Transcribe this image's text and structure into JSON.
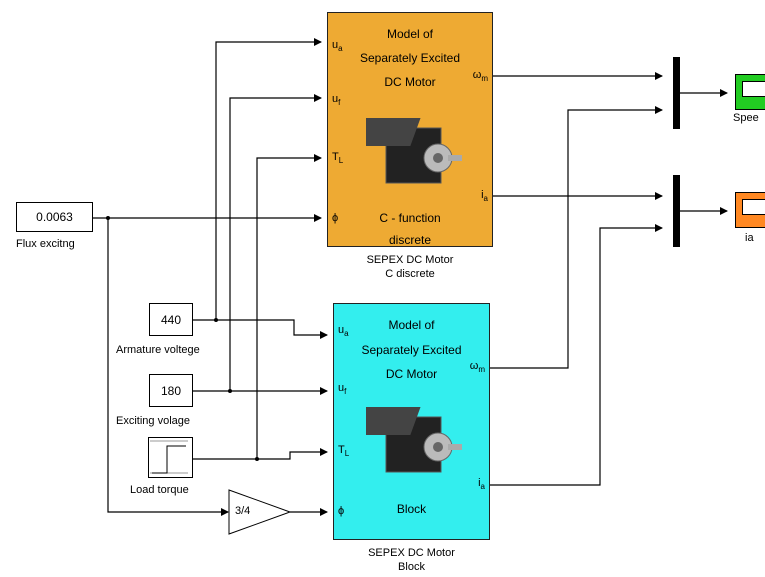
{
  "constants": {
    "flux_value": "0.0063",
    "flux_label": "Flux excitng",
    "armature_value": "440",
    "armature_label": "Armature voltege",
    "exciting_value": "180",
    "exciting_label": "Exciting volage",
    "load_label": "Load torque"
  },
  "gain": {
    "value": "3/4"
  },
  "motor_top": {
    "title1": "Model of",
    "title2": "Separately Excited",
    "title3": "DC Motor",
    "footer1": "C - function",
    "footer2": "discrete",
    "caption1": "SEPEX DC Motor",
    "caption2": "C discrete",
    "color": "#eeaa33"
  },
  "motor_bottom": {
    "title1": "Model of",
    "title2": "Separately Excited",
    "title3": "DC Motor",
    "footer1": "Block",
    "caption1": "SEPEX DC Motor",
    "caption2": "Block",
    "color": "#33eeee"
  },
  "ports": {
    "ua": "u",
    "ua_sub": "a",
    "uf": "u",
    "uf_sub": "f",
    "tl": "T",
    "tl_sub": "L",
    "phi": "ϕ",
    "wm": "ω",
    "wm_sub": "m",
    "ia": "i",
    "ia_sub": "a"
  },
  "scopes": {
    "speed_label": "Spee",
    "speed_color": "#22cc22",
    "ia_label": "ia",
    "ia_color": "#ff8822"
  }
}
